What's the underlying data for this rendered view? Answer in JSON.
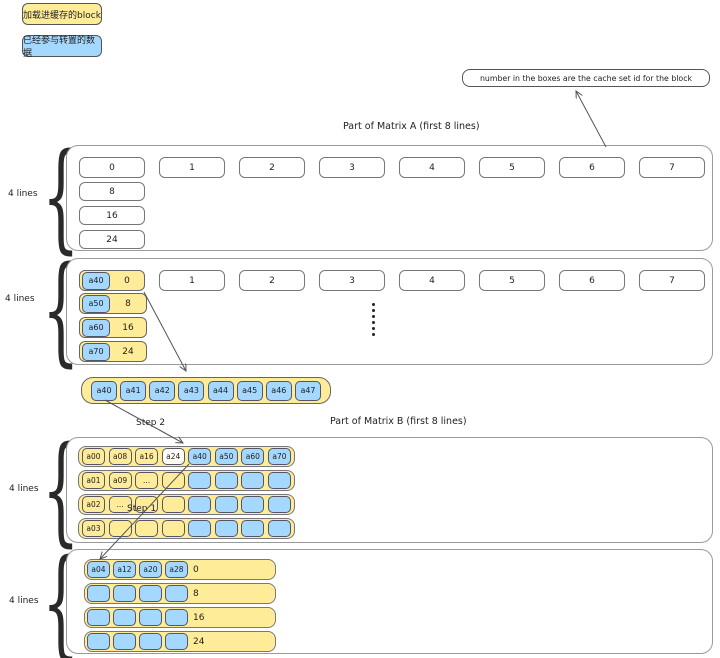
{
  "legend": {
    "items": [
      {
        "label": "加载进缓存的block",
        "color": "#ffec99"
      },
      {
        "label": "已经参与转置的数据",
        "color": "#a5d8ff"
      }
    ]
  },
  "note": {
    "text": "number in the boxes are the cache set id for the block"
  },
  "labels": {
    "four_lines": "4 lines",
    "step1": "Step 1",
    "step2": "Step 2"
  },
  "matrix_a": {
    "title": "Part of Matrix A (first 8 lines)",
    "block1": {
      "top_row": [
        "0",
        "1",
        "2",
        "3",
        "4",
        "5",
        "6",
        "7"
      ],
      "left_col": [
        "8",
        "16",
        "24"
      ]
    },
    "block2": {
      "cached": [
        {
          "tag": "a40",
          "set": "0"
        },
        {
          "tag": "a50",
          "set": "8"
        },
        {
          "tag": "a60",
          "set": "16"
        },
        {
          "tag": "a70",
          "set": "24"
        }
      ],
      "top_row_rest": [
        "1",
        "2",
        "3",
        "4",
        "5",
        "6",
        "7"
      ]
    }
  },
  "cache_strip": {
    "cells": [
      "a40",
      "a41",
      "a42",
      "a43",
      "a44",
      "a45",
      "a46",
      "a47"
    ]
  },
  "matrix_b": {
    "title": "Part of Matrix B (first 8 lines)",
    "block1": {
      "rows": [
        {
          "cells": [
            "a00",
            "a08",
            "a16",
            "a24",
            "a40",
            "a50",
            "a60",
            "a70"
          ]
        },
        {
          "cells": [
            "a01",
            "a09",
            "...",
            "",
            "",
            "",
            "",
            ""
          ]
        },
        {
          "cells": [
            "a02",
            "...",
            "",
            "",
            "",
            "",
            "",
            ""
          ]
        },
        {
          "cells": [
            "a03",
            "",
            "",
            "",
            "",
            "",
            "",
            ""
          ]
        }
      ]
    },
    "block2": {
      "rows": [
        {
          "cells": [
            "a04",
            "a12",
            "a20",
            "a28"
          ],
          "set": "0"
        },
        {
          "cells": [
            "",
            "",
            "",
            ""
          ],
          "set": "8"
        },
        {
          "cells": [
            "",
            "",
            "",
            ""
          ],
          "set": "16"
        },
        {
          "cells": [
            "",
            "",
            "",
            ""
          ],
          "set": "24"
        }
      ]
    }
  }
}
